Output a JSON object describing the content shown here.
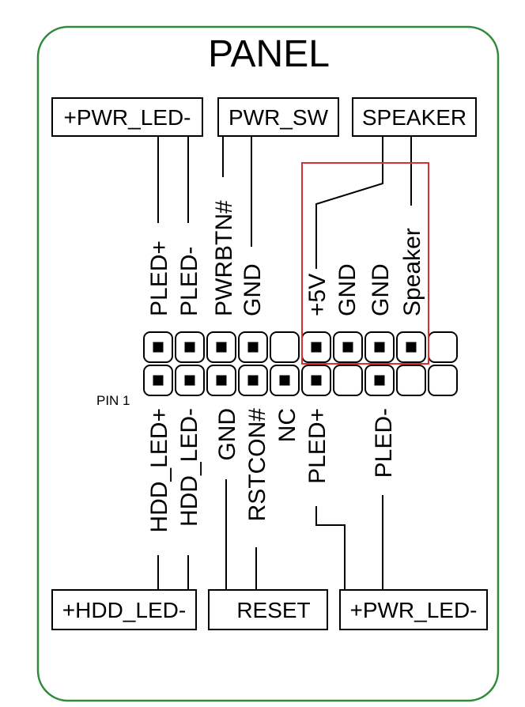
{
  "title": "PANEL",
  "top_boxes": [
    {
      "label": "+PWR_LED-"
    },
    {
      "label": "PWR_SW"
    },
    {
      "label": "SPEAKER"
    }
  ],
  "bottom_boxes": [
    {
      "label": "+HDD_LED-"
    },
    {
      "label": "RESET"
    },
    {
      "label": "+PWR_LED-"
    }
  ],
  "top_pins": [
    "PLED+",
    "PLED-",
    "PWRBTN#",
    "GND",
    "",
    "+5V",
    "GND",
    "GND",
    "Speaker",
    ""
  ],
  "bottom_pins": [
    "HDD_LED+",
    "HDD_LED-",
    "GND",
    "RSTCON#",
    "NC",
    "PLED+",
    "",
    "PLED-",
    "",
    ""
  ],
  "top_pin_populated": [
    true,
    true,
    true,
    true,
    false,
    true,
    true,
    true,
    true,
    false
  ],
  "bottom_pin_populated": [
    true,
    true,
    true,
    true,
    true,
    true,
    false,
    true,
    false,
    false
  ],
  "pin1_label": "PIN 1",
  "colors": {
    "frame": "#2e8b3a",
    "highlight": "#d83030",
    "line": "#000000"
  }
}
